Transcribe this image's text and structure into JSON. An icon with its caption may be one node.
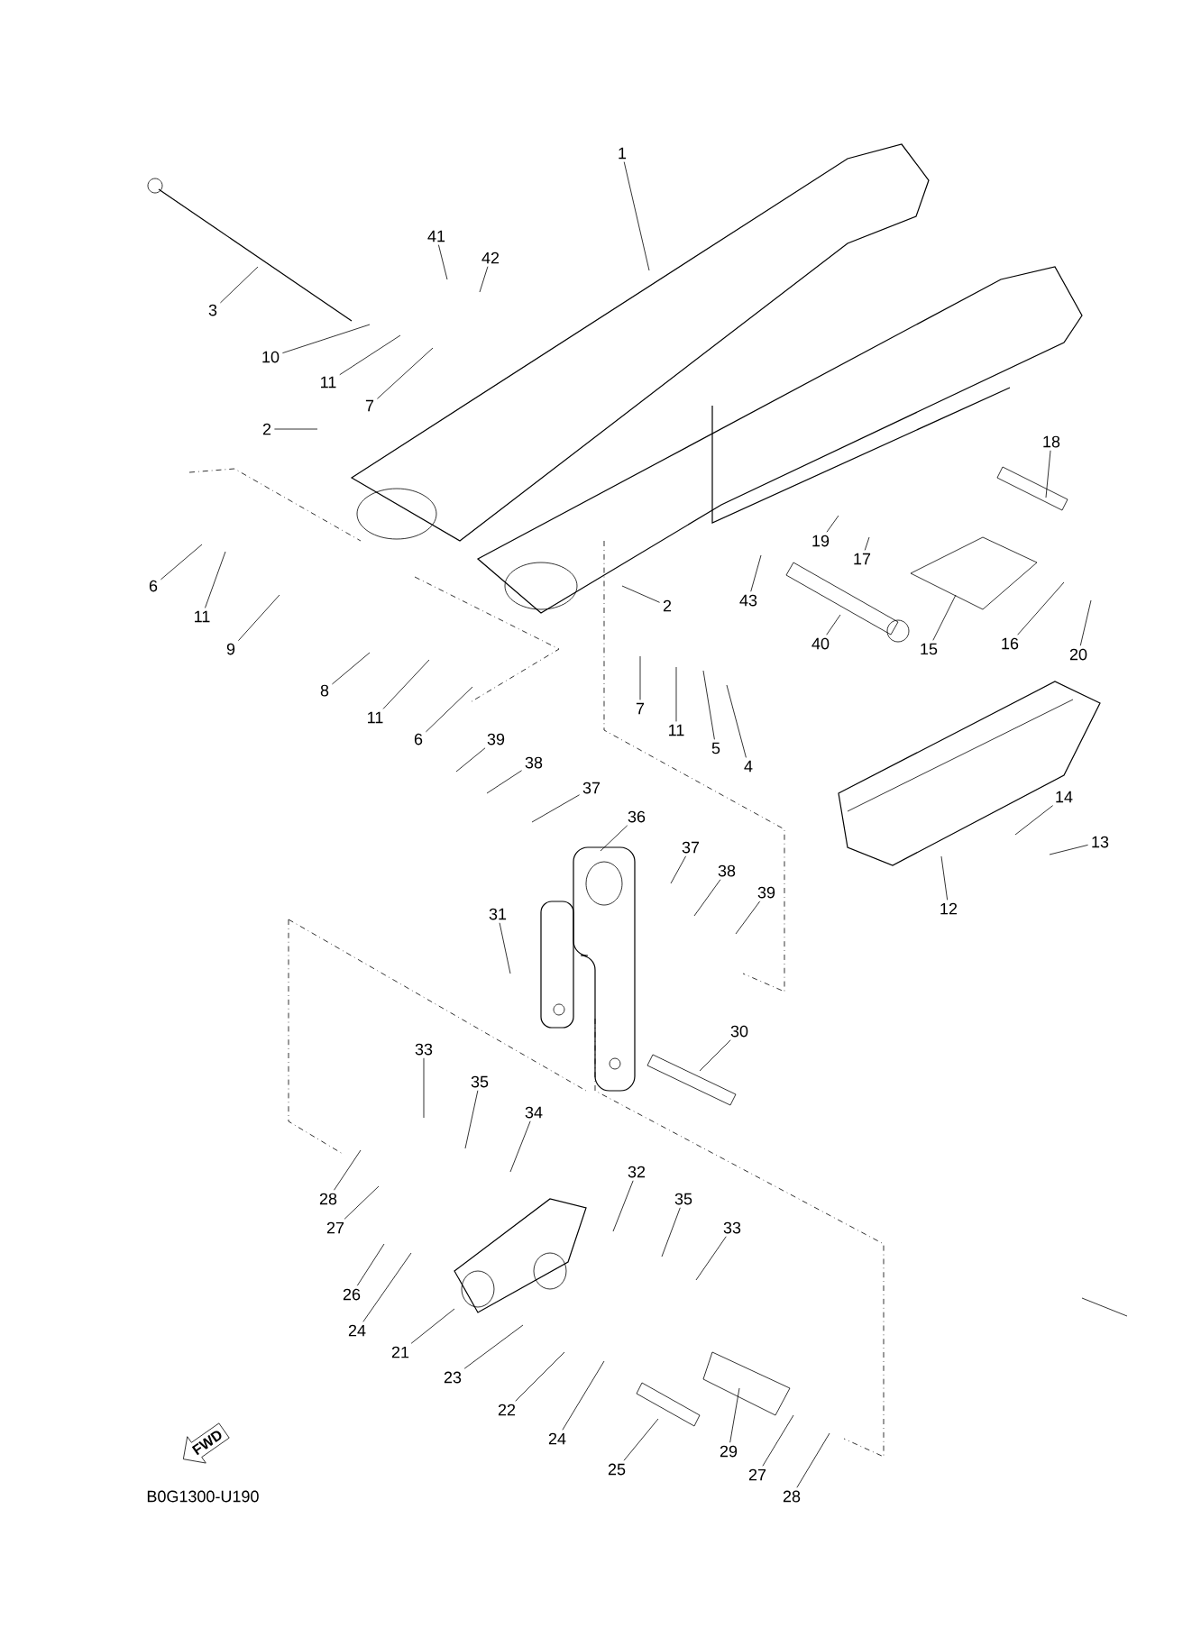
{
  "diagram": {
    "nodes": [
      {
        "text": [
          "1"
        ]
      },
      {
        "text": [
          "41"
        ]
      },
      {
        "text": [
          "42"
        ]
      },
      {
        "text": [
          "3"
        ]
      },
      {
        "text": [
          "10"
        ]
      },
      {
        "text": [
          "11"
        ]
      },
      {
        "text": [
          "7"
        ]
      },
      {
        "text": [
          "2"
        ]
      },
      {
        "text": [
          "18"
        ]
      },
      {
        "text": [
          "19"
        ]
      },
      {
        "text": [
          "17"
        ]
      },
      {
        "text": [
          "43"
        ]
      },
      {
        "text": [
          "15"
        ]
      },
      {
        "text": [
          "40"
        ]
      },
      {
        "text": [
          "16"
        ]
      },
      {
        "text": [
          "20"
        ]
      },
      {
        "text": [
          "2"
        ]
      },
      {
        "text": [
          "6"
        ]
      },
      {
        "text": [
          "11"
        ]
      },
      {
        "text": [
          "9"
        ]
      },
      {
        "text": [
          "8"
        ]
      },
      {
        "text": [
          "11"
        ]
      },
      {
        "text": [
          "6"
        ]
      },
      {
        "text": [
          "7"
        ]
      },
      {
        "text": [
          "11"
        ]
      },
      {
        "text": [
          "5"
        ]
      },
      {
        "text": [
          "4"
        ]
      },
      {
        "text": [
          "39"
        ]
      },
      {
        "text": [
          "38"
        ]
      },
      {
        "text": [
          "37"
        ]
      },
      {
        "text": [
          "36"
        ]
      },
      {
        "text": [
          "37"
        ]
      },
      {
        "text": [
          "38"
        ]
      },
      {
        "text": [
          "39"
        ]
      },
      {
        "text": [
          "31"
        ]
      },
      {
        "text": [
          "14"
        ]
      },
      {
        "text": [
          "13"
        ]
      },
      {
        "text": [
          "12"
        ]
      },
      {
        "text": [
          "30"
        ]
      },
      {
        "text": [
          "33"
        ]
      },
      {
        "text": [
          "35"
        ]
      },
      {
        "text": [
          "34"
        ]
      },
      {
        "text": [
          "28"
        ]
      },
      {
        "text": [
          "27"
        ]
      },
      {
        "text": [
          "32"
        ]
      },
      {
        "text": [
          "35"
        ]
      },
      {
        "text": [
          "33"
        ]
      },
      {
        "text": [
          "26"
        ]
      },
      {
        "text": [
          "24"
        ]
      },
      {
        "text": [
          "21"
        ]
      },
      {
        "text": [
          "23"
        ]
      },
      {
        "text": [
          "22"
        ]
      },
      {
        "text": [
          "24"
        ]
      },
      {
        "text": [
          "25"
        ]
      },
      {
        "text": [
          "29"
        ]
      },
      {
        "text": [
          "27"
        ]
      },
      {
        "text": [
          "28"
        ]
      },
      {
        "text": [
          "FWD"
        ]
      }
    ],
    "edges": [
      {
        "from": 0,
        "to": null,
        "arrow": "none"
      },
      {
        "from": 1,
        "to": null,
        "arrow": "none"
      },
      {
        "from": 2,
        "to": null,
        "arrow": "none"
      },
      {
        "from": 3,
        "to": null,
        "arrow": "none"
      },
      {
        "from": 4,
        "to": null,
        "arrow": "none"
      },
      {
        "from": 5,
        "to": null,
        "arrow": "none"
      },
      {
        "from": 6,
        "to": null,
        "arrow": "none"
      },
      {
        "from": 7,
        "to": null,
        "arrow": "none"
      },
      {
        "from": 8,
        "to": null,
        "arrow": "none"
      },
      {
        "from": 9,
        "to": null,
        "arrow": "none"
      },
      {
        "from": 10,
        "to": null,
        "arrow": "none"
      },
      {
        "from": 11,
        "to": null,
        "arrow": "none"
      },
      {
        "from": 12,
        "to": null,
        "arrow": "none"
      },
      {
        "from": 13,
        "to": null,
        "arrow": "none"
      },
      {
        "from": 14,
        "to": null,
        "arrow": "none"
      },
      {
        "from": 15,
        "to": null,
        "arrow": "none"
      },
      {
        "from": 16,
        "to": null,
        "arrow": "none"
      },
      {
        "from": 17,
        "to": null,
        "arrow": "none"
      },
      {
        "from": 18,
        "to": null,
        "arrow": "none"
      },
      {
        "from": 19,
        "to": null,
        "arrow": "none"
      },
      {
        "from": 20,
        "to": null,
        "arrow": "none"
      },
      {
        "from": 21,
        "to": null,
        "arrow": "none"
      },
      {
        "from": 22,
        "to": null,
        "arrow": "none"
      },
      {
        "from": 23,
        "to": null,
        "arrow": "none"
      },
      {
        "from": 24,
        "to": null,
        "arrow": "none"
      },
      {
        "from": 25,
        "to": null,
        "arrow": "none"
      },
      {
        "from": 26,
        "to": null,
        "arrow": "none"
      },
      {
        "from": 27,
        "to": null,
        "arrow": "none"
      },
      {
        "from": 28,
        "to": null,
        "arrow": "none"
      },
      {
        "from": 29,
        "to": null,
        "arrow": "none"
      },
      {
        "from": 30,
        "to": null,
        "arrow": "none"
      },
      {
        "from": 31,
        "to": null,
        "arrow": "none"
      },
      {
        "from": 32,
        "to": null,
        "arrow": "none"
      },
      {
        "from": 33,
        "to": null,
        "arrow": "none"
      },
      {
        "from": 34,
        "to": null,
        "arrow": "none"
      },
      {
        "from": 35,
        "to": null,
        "arrow": "none"
      },
      {
        "from": 36,
        "to": null,
        "arrow": "none"
      },
      {
        "from": 37,
        "to": null,
        "arrow": "none"
      },
      {
        "from": 38,
        "to": null,
        "arrow": "none"
      },
      {
        "from": 39,
        "to": null,
        "arrow": "none"
      },
      {
        "from": 40,
        "to": null,
        "arrow": "none"
      },
      {
        "from": 41,
        "to": null,
        "arrow": "none"
      },
      {
        "from": 42,
        "to": null,
        "arrow": "none"
      },
      {
        "from": 43,
        "to": null,
        "arrow": "none"
      },
      {
        "from": 44,
        "to": null,
        "arrow": "none"
      },
      {
        "from": 45,
        "to": null,
        "arrow": "none"
      },
      {
        "from": 46,
        "to": null,
        "arrow": "none"
      },
      {
        "from": 47,
        "to": null,
        "arrow": "none"
      },
      {
        "from": 48,
        "to": null,
        "arrow": "none"
      },
      {
        "from": 49,
        "to": null,
        "arrow": "none"
      },
      {
        "from": 50,
        "to": null,
        "arrow": "none"
      },
      {
        "from": 51,
        "to": null,
        "arrow": "none"
      },
      {
        "from": 52,
        "to": null,
        "arrow": "none"
      },
      {
        "from": 53,
        "to": null,
        "arrow": "none"
      },
      {
        "from": 54,
        "to": null,
        "arrow": "none"
      },
      {
        "from": 55,
        "to": null,
        "arrow": "none"
      },
      {
        "from": 56,
        "to": null,
        "arrow": "none"
      }
    ],
    "labels": [
      "B0G1300-U190"
    ]
  }
}
